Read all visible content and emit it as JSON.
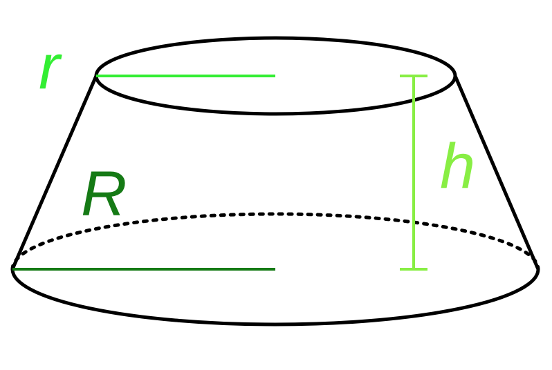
{
  "labels": {
    "top_radius": "r",
    "bottom_radius": "R",
    "height": "h"
  },
  "colors": {
    "outline": "#000000",
    "top_radius": "#33ee33",
    "bottom_radius": "#157a15",
    "height": "#88ee44"
  }
}
